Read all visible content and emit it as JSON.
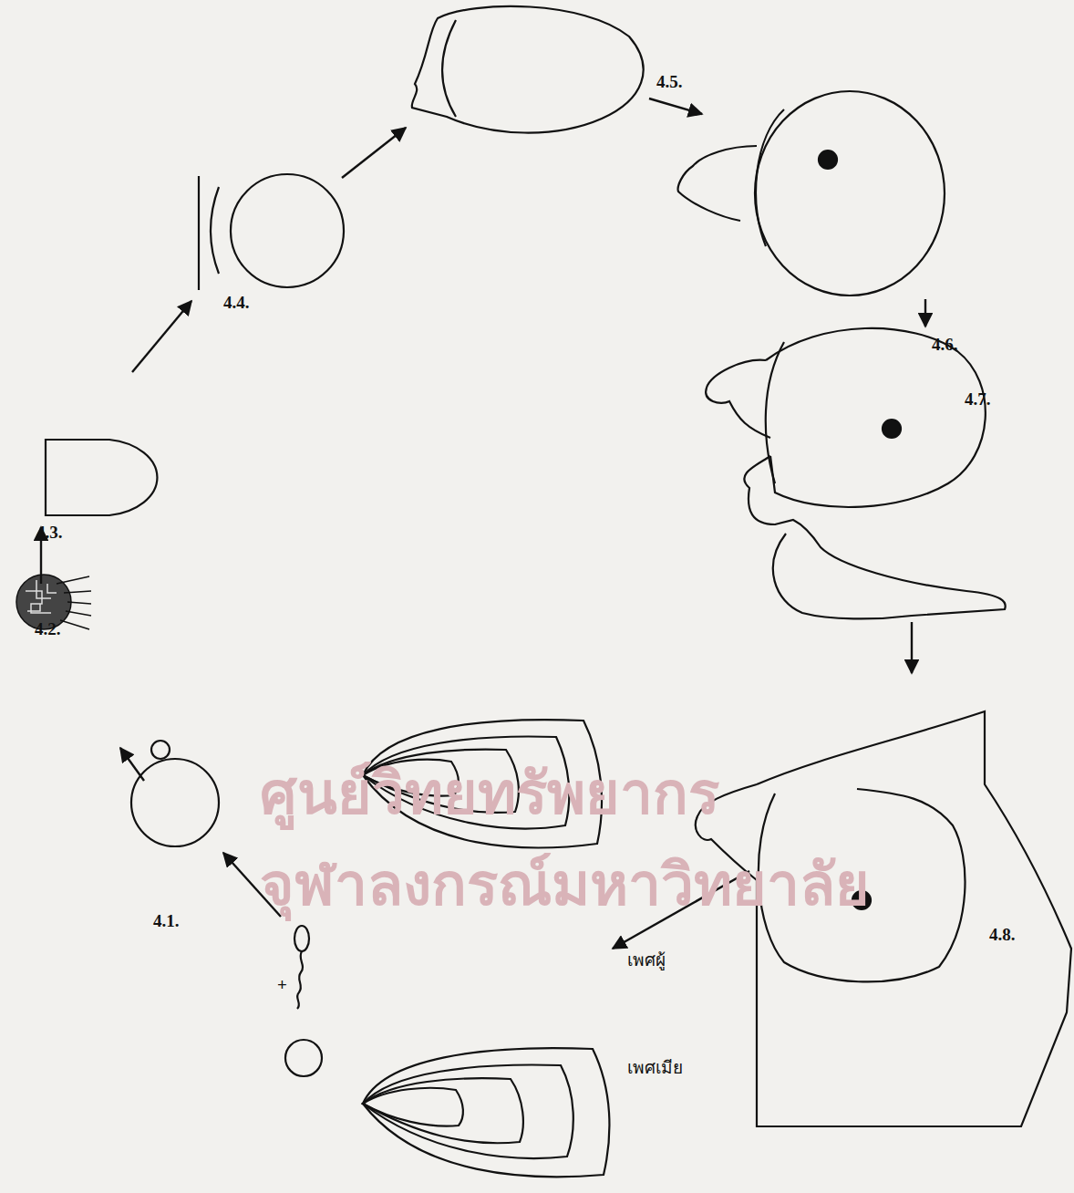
{
  "diagram": {
    "labels": [
      "4.1.",
      "4.2.",
      "4.3.",
      "4.4.",
      "4.5.",
      "4.6.",
      "4.7.",
      "4.8.",
      "+",
      "เพศผู้",
      "เพศเมีย",
      "ศูนย์วิทยทรัพยากร",
      "จุฬาลงกรณ์มหาวิทยาลัย"
    ]
  }
}
